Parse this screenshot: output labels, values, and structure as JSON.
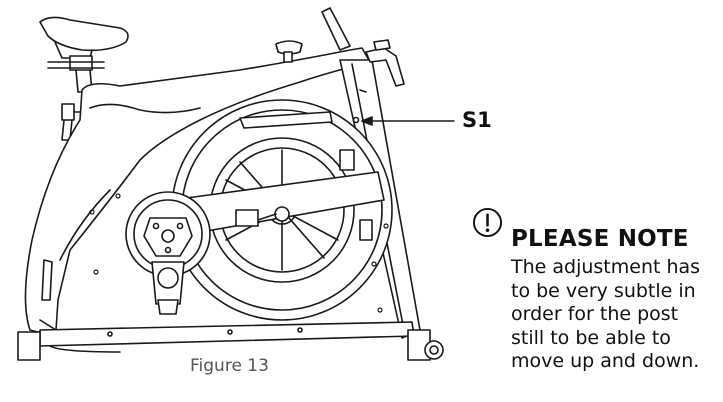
{
  "callout": {
    "label": "S1"
  },
  "figure": {
    "caption": "Figure 13"
  },
  "note": {
    "icon": "exclamation-circle-icon",
    "title": "PLEASE NOTE",
    "lines": [
      "The adjustment has",
      "to be very subtle in",
      "order for the post",
      "still to be able to",
      "move up and down."
    ]
  }
}
